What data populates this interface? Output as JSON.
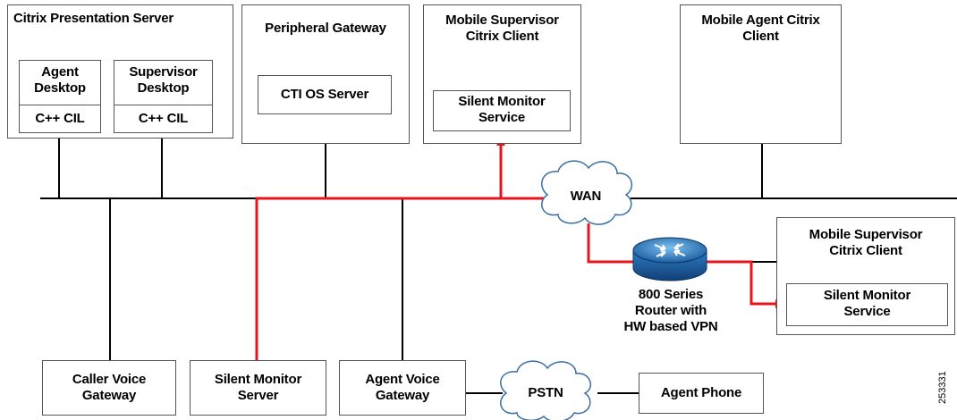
{
  "nodes": {
    "citrix_server": "Citrix Presentation Server",
    "agent_desktop": "Agent\nDesktop",
    "agent_cil": "C++ CIL",
    "supervisor_desktop": "Supervisor\nDesktop",
    "supervisor_cil": "C++ CIL",
    "peripheral_gateway": "Peripheral Gateway",
    "cti_os_server": "CTI OS Server",
    "mobile_supervisor_client_top": "Mobile Supervisor\nCitrix Client",
    "silent_monitor_service_top": "Silent Monitor\nService",
    "mobile_agent_client": "Mobile Agent Citrix\nClient",
    "wan": "WAN",
    "router": "800 Series\nRouter with\nHW based VPN",
    "mobile_supervisor_client_right": "Mobile Supervisor\nCitrix Client",
    "silent_monitor_service_right": "Silent Monitor\nService",
    "caller_voice_gateway": "Caller Voice\nGateway",
    "silent_monitor_server": "Silent Monitor\nServer",
    "agent_voice_gateway": "Agent Voice\nGateway",
    "pstn": "PSTN",
    "agent_phone": "Agent Phone"
  },
  "figure_id": "253331",
  "colors": {
    "network_line": "#000000",
    "monitor_path": "#e8141b",
    "router_body": "#2a78c0",
    "box_border": "#555555"
  }
}
